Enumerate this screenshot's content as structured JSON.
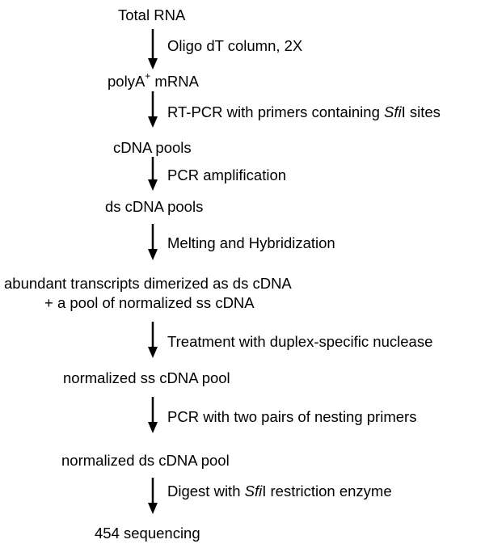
{
  "steps": [
    {
      "text": "Total RNA"
    },
    {
      "pre": "polyA",
      "sup": "+",
      "post": " mRNA"
    },
    {
      "text": "cDNA pools"
    },
    {
      "text": "ds cDNA pools"
    },
    {
      "line1": "abundant transcripts dimerized as ds cDNA",
      "line2": "+ a pool of normalized ss cDNA"
    },
    {
      "text": "normalized ss cDNA pool"
    },
    {
      "text": "normalized ds cDNA pool"
    },
    {
      "text": "454 sequencing"
    }
  ],
  "arrows": [
    {
      "label": "Oligo dT column, 2X"
    },
    {
      "pre": "RT-PCR with primers containing ",
      "italic": "Sfi",
      "post": "I sites"
    },
    {
      "label": "PCR amplification"
    },
    {
      "label": "Melting and Hybridization"
    },
    {
      "label": "Treatment with duplex-specific nuclease"
    },
    {
      "label": "PCR with two pairs of nesting primers"
    },
    {
      "pre": "Digest with ",
      "italic": "Sfi",
      "post": "I restriction enzyme"
    }
  ],
  "colors": {
    "text": "#000000",
    "arrow": "#000000",
    "background": "#ffffff"
  }
}
